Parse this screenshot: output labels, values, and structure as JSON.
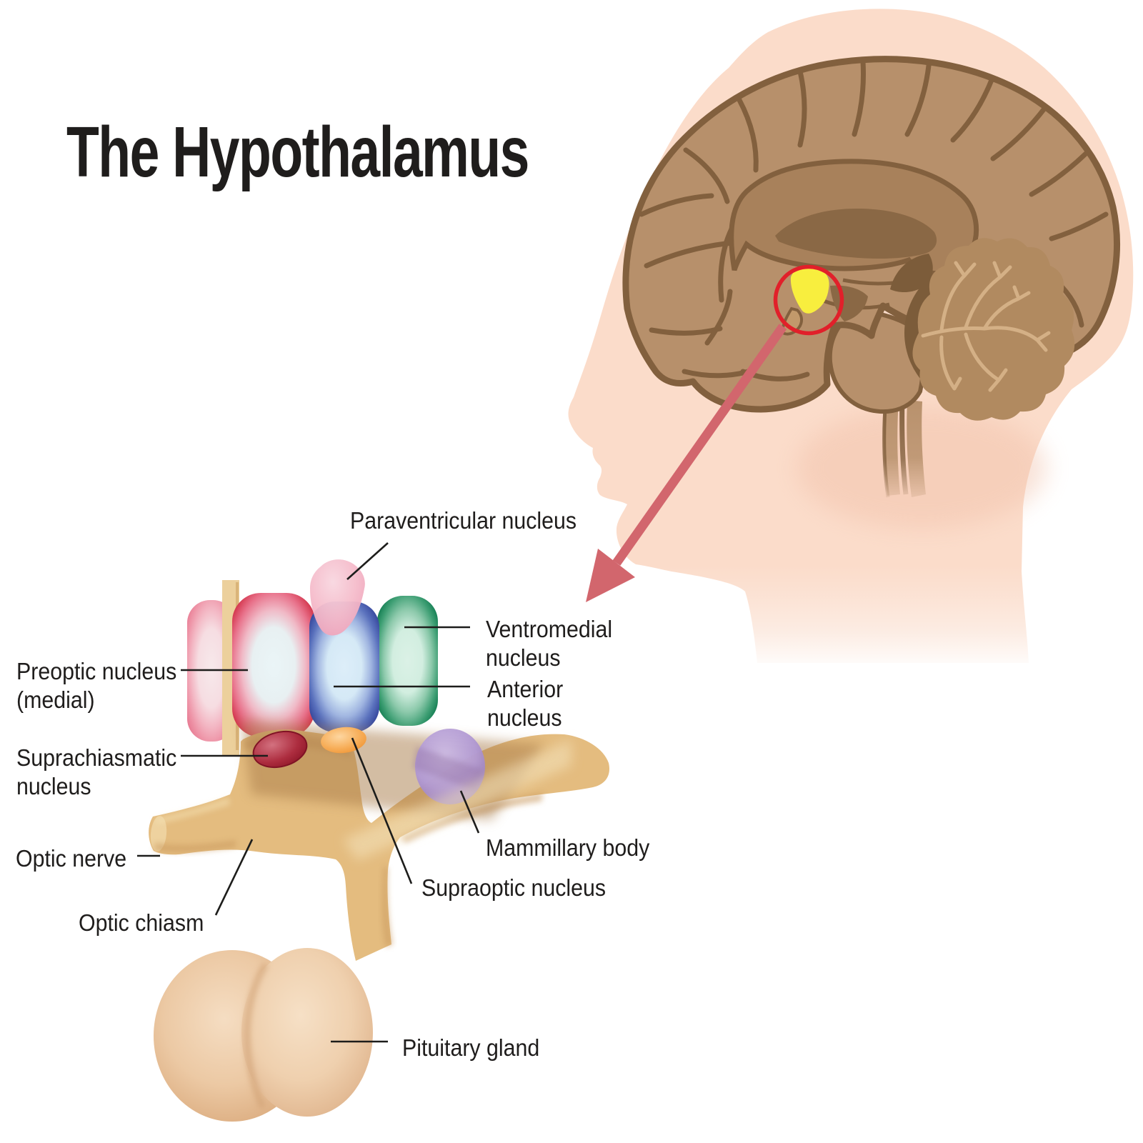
{
  "title": "The Hypothalamus",
  "labels": {
    "paraventricular": {
      "text": "Paraventricular nucleus"
    },
    "ventromedial": {
      "line1": "Ventromedial",
      "line2": "nucleus"
    },
    "anterior": {
      "line1": "Anterior",
      "line2": "nucleus"
    },
    "preoptic": {
      "line1": "Preoptic nucleus",
      "line2": "(medial)"
    },
    "suprachiasmatic": {
      "line1": "Suprachiasmatic",
      "line2": "nucleus"
    },
    "optic_nerve": {
      "text": "Optic nerve"
    },
    "optic_chiasm": {
      "text": "Optic chiasm"
    },
    "mammillary": {
      "text": "Mammillary body"
    },
    "supraoptic": {
      "text": "Supraoptic nucleus"
    },
    "pituitary": {
      "text": "Pituitary gland"
    }
  },
  "colors": {
    "background": "#ffffff",
    "text": "#1f1d1c",
    "skin": "#fbdcca",
    "brain": "#b7906b",
    "brain_outline": "#82603e",
    "hypothalamus_highlight": "#f8ee3e",
    "highlight_ring": "#e1202a",
    "arrow": "#d2666d",
    "preoptic_block": "#d12e45",
    "anterior_block": "#32439a",
    "ventromedial_block": "#0f7a4f",
    "paraventricular_shape": "#f5bccb",
    "suprachiasmatic_shape": "#9c1c2e",
    "supraoptic_shape": "#f19a3e",
    "mammillary_shape": "#a68bc7",
    "optic_tract": "#e4bc7f",
    "pituitary_gland": "#ecc9a4"
  }
}
